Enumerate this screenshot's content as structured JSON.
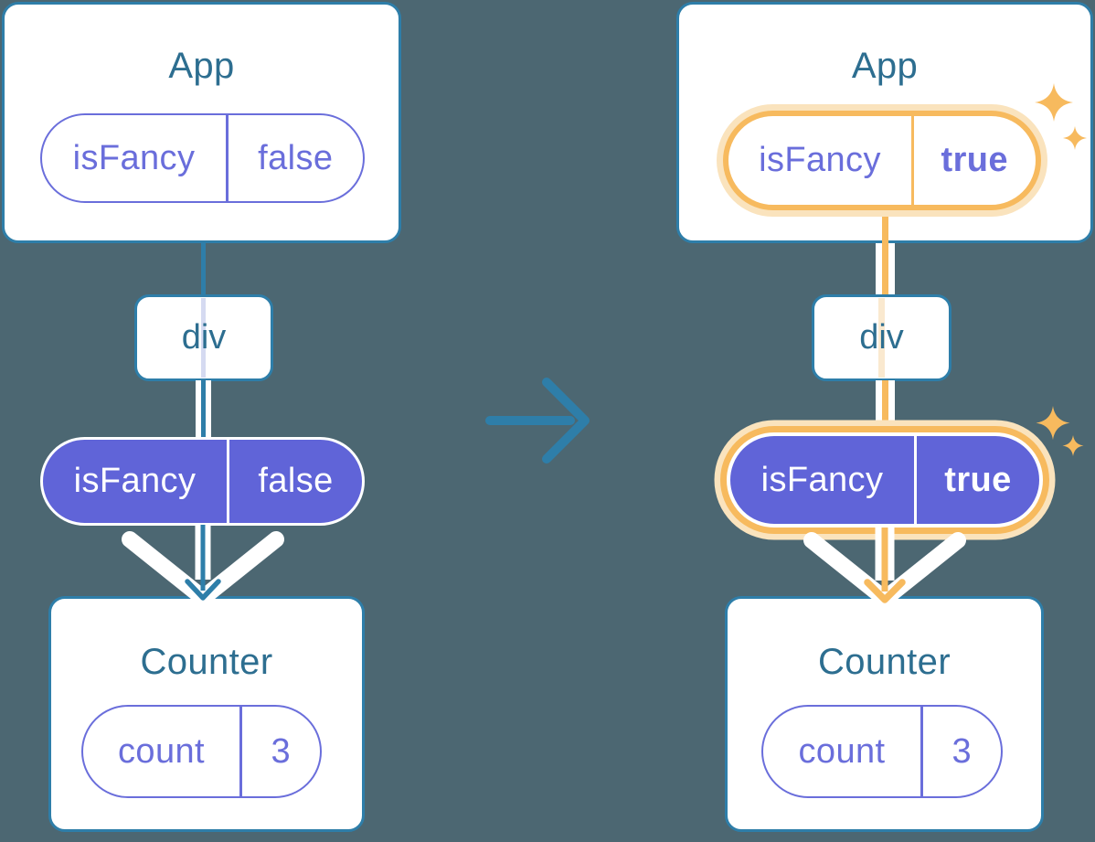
{
  "diagram_title": "Prop flow through component tree: isFancy toggles from false to true",
  "colors": {
    "background": "#4C6772",
    "card_fill": "#FFFFFF",
    "card_border": "#2E7EA9",
    "component_title": "#2D6E90",
    "prop_purple": "#6A6EDB",
    "prop_fill_purple": "#6064D8",
    "highlight_orange": "#F7BA5E",
    "highlight_glow": "#FAE3BD",
    "faded_line_purple": "#D5DAF1",
    "faded_line_orange": "#FAE9CF",
    "flow_white": "#FFFFFF"
  },
  "icons": {
    "transition_arrow": "arrow-right-icon",
    "data_flow": "arrow-down-icon",
    "highlight": "sparkle-icon"
  },
  "before": {
    "app_title": "App",
    "app_prop": {
      "name": "isFancy",
      "value": "false"
    },
    "div_label": "div",
    "passed_prop": {
      "name": "isFancy",
      "value": "false"
    },
    "counter_title": "Counter",
    "counter_state": {
      "name": "count",
      "value": "3"
    }
  },
  "after": {
    "app_title": "App",
    "app_prop": {
      "name": "isFancy",
      "value": "true"
    },
    "div_label": "div",
    "passed_prop": {
      "name": "isFancy",
      "value": "true"
    },
    "counter_title": "Counter",
    "counter_state": {
      "name": "count",
      "value": "3"
    }
  }
}
